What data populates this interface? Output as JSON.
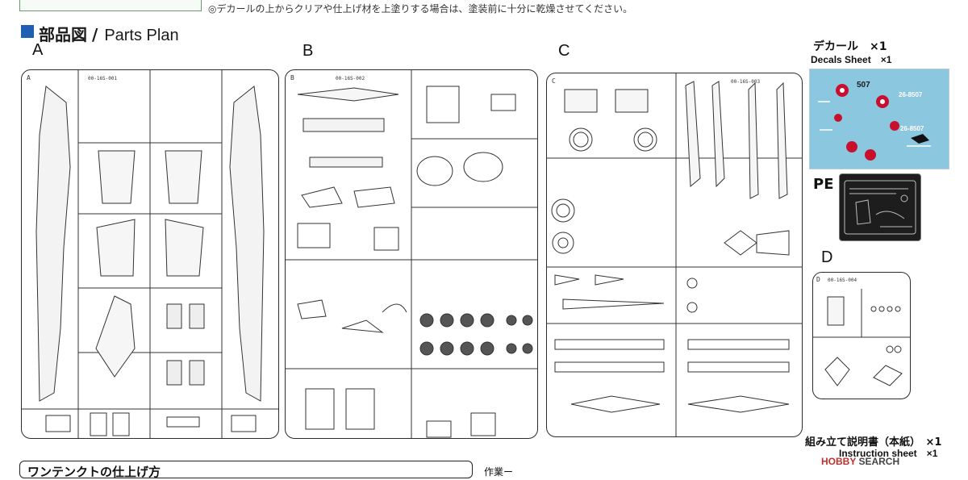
{
  "header": {
    "note": "◎デカールの上からクリアや仕上げ材を上塗りする場合は、塗装前に十分に乾燥させてください。",
    "section_title_jp": "部品図",
    "section_title_sep": "/",
    "section_title_en": "Parts Plan"
  },
  "sprues": [
    {
      "letter": "A",
      "code": "00-16S-001"
    },
    {
      "letter": "B",
      "code": "00-16S-002"
    },
    {
      "letter": "C",
      "code": "00-16S-003"
    },
    {
      "letter": "D",
      "code": "00-16S-004"
    }
  ],
  "decals": {
    "title_jp": "デカール　×1",
    "title_en": "Decals Sheet　×1",
    "markings": [
      "507",
      "26-8507",
      "26-8507"
    ]
  },
  "pe": {
    "label": "PE"
  },
  "instructions": {
    "title_jp": "組み立て説明書（本紙）　×1",
    "title_en": "Instruction sheet　×1"
  },
  "footer": {
    "heading_jp": "ワンテンクトの仕上げ方",
    "heading2_jp": "作業ー"
  },
  "watermark": {
    "brand": "HOBBY",
    "suffix": "SEARCH"
  },
  "colors": {
    "accent_square": "#1e5eb3",
    "decal_bg": "#8cc7e0",
    "roundel": "#c8102e"
  }
}
